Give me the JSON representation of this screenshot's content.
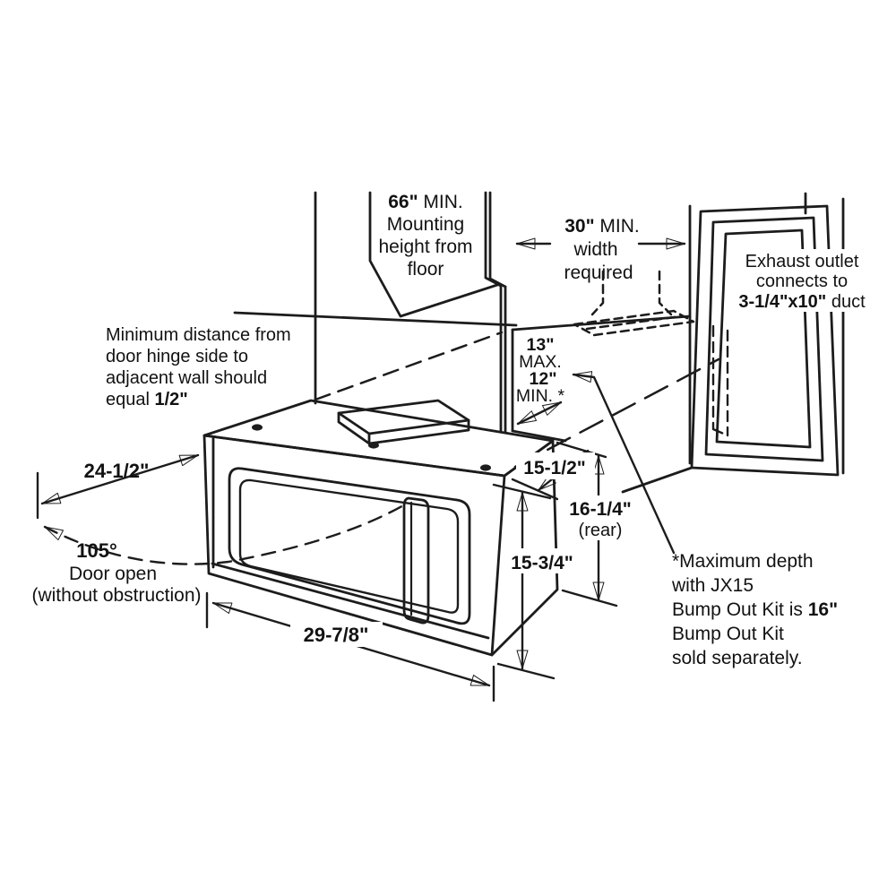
{
  "colors": {
    "line": "#1c1c1c",
    "background": "#ffffff"
  },
  "labels": {
    "mounting_height": {
      "num": "66\"",
      "minword": " MIN.",
      "l2": "Mounting",
      "l3": "height from",
      "l4": "floor"
    },
    "width_required": {
      "num": "30\"",
      "minword": " MIN.",
      "l2": "width",
      "l3": "required"
    },
    "exhaust": {
      "l1": "Exhaust outlet",
      "l2": "connects to",
      "duct_size": "3-1/4\"x10\"",
      "duct_rest": " duct"
    },
    "min_distance": {
      "l1": "Minimum distance from",
      "l2": "door hinge side to",
      "l3": "adjacent wall should",
      "l4_pre": "equal ",
      "l4_val": "1/2\""
    },
    "cabinet_depth": {
      "max_num": "13\"",
      "max_word": "MAX.",
      "min_num": "12\"",
      "min_word": "MIN. *"
    },
    "door_depth": "24-1/2\"",
    "door_angle": {
      "angle": "105°",
      "l1": "Door open",
      "l2": "(without obstruction)"
    },
    "top_depth": "15-1/2\"",
    "rear_height": {
      "num": "16-1/4\"",
      "word": "(rear)"
    },
    "front_height": "15-3/4\"",
    "oven_width": "29-7/8\"",
    "note": {
      "l1": "*Maximum depth",
      "l2": "with JX15",
      "l3_pre": "Bump Out Kit is ",
      "l3_val": "16\"",
      "l4": "Bump Out Kit",
      "l5": "sold separately."
    }
  }
}
